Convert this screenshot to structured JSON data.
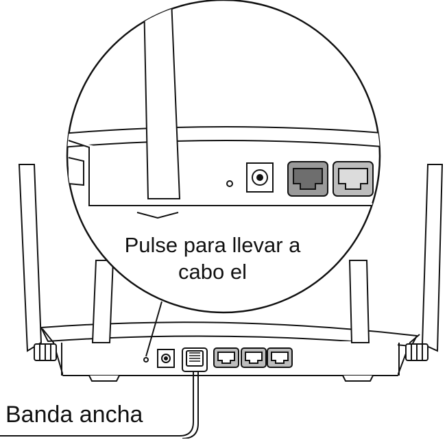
{
  "figure": {
    "callout_text_line1": "Pulse para llevar a",
    "callout_text_line2": "cabo el",
    "cable_label": "Banda ancha"
  },
  "colors": {
    "line": "#111111",
    "port_dark": "#6e6e6e",
    "port_light": "#bdbdbd",
    "port_mid": "#9a9a9a",
    "fill": "#ffffff"
  },
  "icons": [
    "power-jack-icon",
    "reset-hole-icon",
    "ethernet-port-icon"
  ]
}
